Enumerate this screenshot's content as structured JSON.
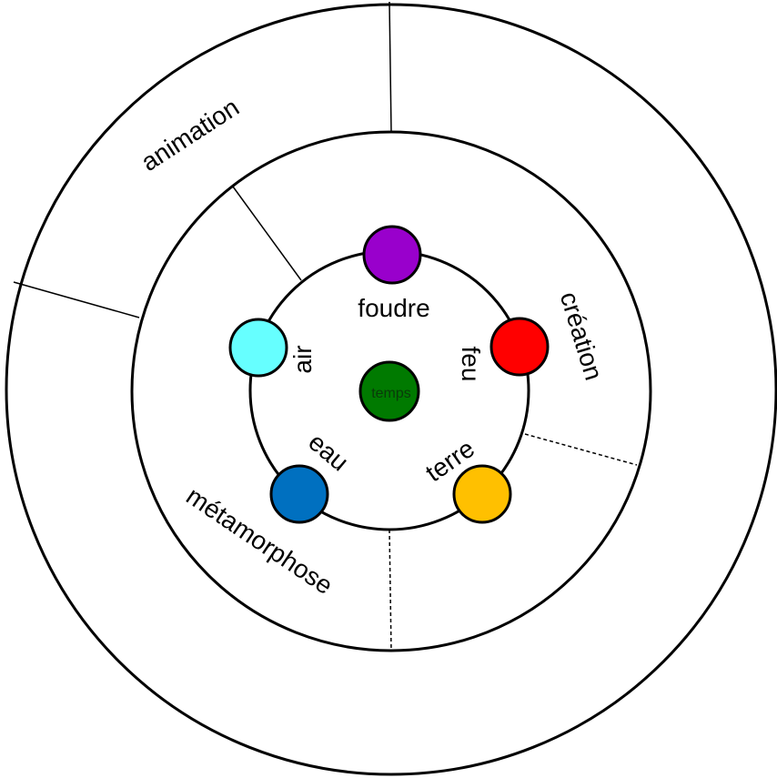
{
  "rings": {
    "outer_label": "animation",
    "middle_labels": [
      "création",
      "métamorphose"
    ]
  },
  "elements": {
    "foudre": {
      "label": "foudre",
      "color": "#9900CC"
    },
    "feu": {
      "label": "feu",
      "color": "#FF0000"
    },
    "air": {
      "label": "air",
      "color": "#66FFFF"
    },
    "eau": {
      "label": "eau",
      "color": "#0070C0"
    },
    "terre": {
      "label": "terre",
      "color": "#FFC000"
    }
  },
  "center": {
    "label": "temps",
    "color": "#007A00"
  }
}
